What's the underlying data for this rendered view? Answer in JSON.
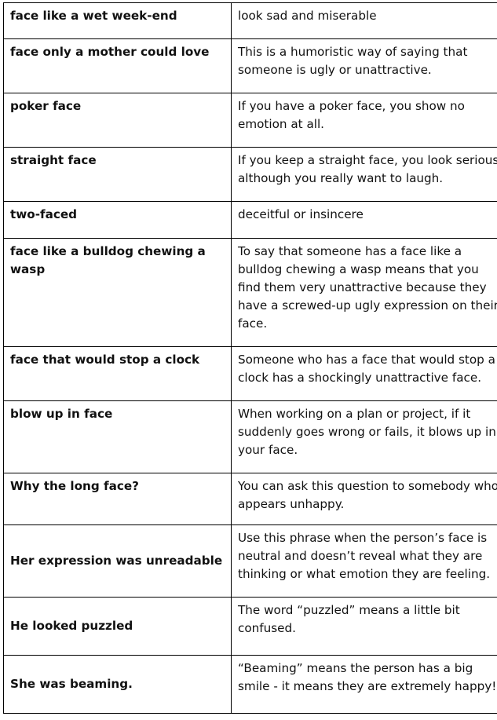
{
  "table": {
    "rows": [
      {
        "phrase": "face like a wet week-end",
        "meaning": "look sad and miserable"
      },
      {
        "phrase": "face only a mother could love",
        "meaning": "This is a humoristic way of saying that someone is ugly or unattractive."
      },
      {
        "phrase": "poker face",
        "meaning": "If you have a poker face, you show no emotion at all."
      },
      {
        "phrase": "straight face",
        "meaning": "If you keep a straight face, you look serious although you really want to laugh."
      },
      {
        "phrase": "two-faced",
        "meaning": "deceitful or insincere"
      },
      {
        "phrase": "face like a bulldog chewing a wasp",
        "meaning": "To say that someone has a face like a bulldog chewing a wasp means that you find them very unattractive because they have a screwed-up ugly expression on their face."
      },
      {
        "phrase": "face that would stop a clock",
        "meaning": "Someone who has a face that would stop a clock has a shockingly unattractive face."
      },
      {
        "phrase": "blow up in face",
        "meaning": "When working on a plan or project, if it suddenly goes wrong or fails, it blows up in your face."
      },
      {
        "phrase": "Why the long face?",
        "meaning": "You can ask this question to somebody who appears unhappy."
      },
      {
        "phrase": "Her expression was unreadable",
        "meaning": "Use this phrase when the person’s face is neutral and doesn’t reveal what they are thinking or what emotion they are feeling."
      },
      {
        "phrase": "He looked puzzled",
        "meaning": "The word “puzzled” means a little bit confused."
      },
      {
        "phrase": "She was beaming.",
        "meaning": "“Beaming” means the person has a big smile - it means they are extremely happy!"
      }
    ]
  }
}
